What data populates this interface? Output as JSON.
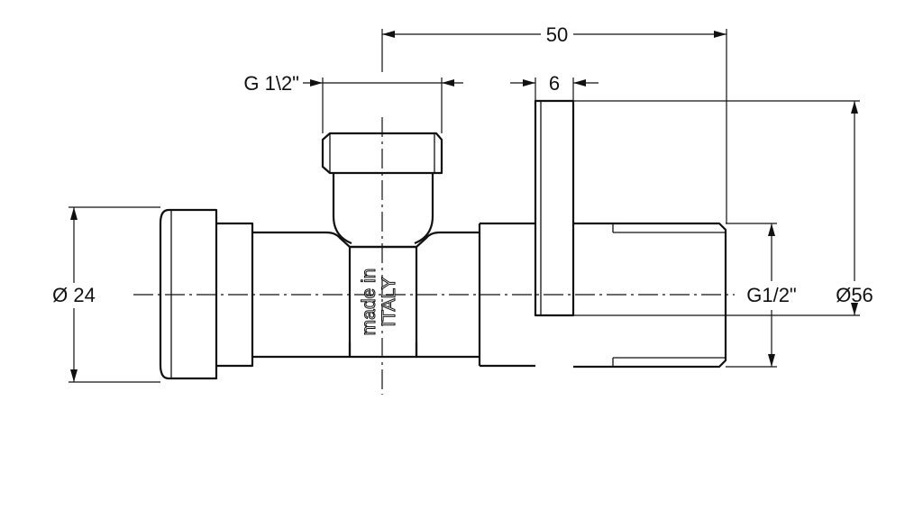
{
  "drawing": {
    "dimensions": {
      "overall_length": "50",
      "top_thread": "G 1\\2\"",
      "flange_thickness": "6",
      "inlet_diameter": "Ø 24",
      "outlet_thread": "G1/2\"",
      "flange_diameter": "Ø56"
    },
    "engraving": {
      "line1": "made in",
      "line2": "ITALY"
    }
  }
}
